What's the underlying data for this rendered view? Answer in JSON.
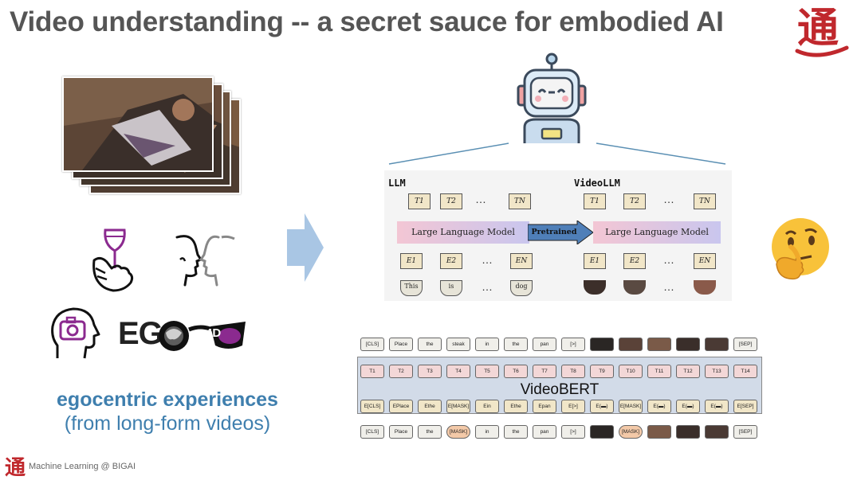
{
  "slide": {
    "title": "Video understanding -- a secret sauce for embodied AI",
    "logo_char": "通",
    "caption_bold": "egocentric experiences",
    "caption_sub": "(from long-form videos)",
    "ego4d_text": "EG",
    "ego4d_4d": "4D",
    "footer_logo": "通",
    "footer_text": "Machine Learning @ BIGAI",
    "thinking_emoji": "🤔",
    "accent_color": "#3f7fae",
    "logo_color": "#c0282d"
  },
  "llm_diagram": {
    "llm_label": "LLM",
    "videollm_label": "VideoLLM",
    "llm_band": "Large Language Model",
    "videollm_band": "Large Language Model",
    "pretrained": "Pretrained",
    "llm_outputs": [
      "T1",
      "T2",
      "TN"
    ],
    "llm_embeddings": [
      "E1",
      "E2",
      "EN"
    ],
    "llm_words": [
      "This",
      "is",
      "dog"
    ],
    "video_outputs": [
      "T1",
      "T2",
      "TN"
    ],
    "video_embeddings": [
      "E1",
      "E2",
      "EN"
    ],
    "dots": "…"
  },
  "videobert": {
    "label": "VideoBERT",
    "top_tokens": [
      "[CLS]",
      "Place",
      "the",
      "steak",
      "in",
      "the",
      "pan",
      "[>]",
      "",
      "",
      "",
      "",
      "",
      "[SEP]"
    ],
    "t_tokens": [
      "T1",
      "T2",
      "T3",
      "T4",
      "T5",
      "T6",
      "T7",
      "T8",
      "T9",
      "T10",
      "T11",
      "T12",
      "T13",
      "T14"
    ],
    "e_tokens": [
      "E[CLS]",
      "EPlace",
      "Ethe",
      "E[MASK]",
      "Ein",
      "Ethe",
      "Epan",
      "E[>]",
      "E(▬)",
      "E[MASK]",
      "E(▬)",
      "E(▬)",
      "E(▬)",
      "E[SEP]"
    ],
    "bottom_tokens": [
      "[CLS]",
      "Place",
      "the",
      "[MASK]",
      "in",
      "the",
      "pan",
      "[>]",
      "",
      "[MASK]",
      "",
      "",
      "",
      "[SEP]"
    ]
  }
}
